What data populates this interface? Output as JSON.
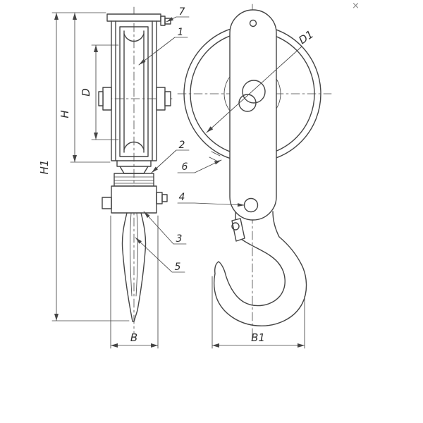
{
  "colors": {
    "background": "#ffffff",
    "line": "#444444",
    "text": "#2e2e2e"
  },
  "window": {
    "close_icon": "×"
  },
  "callouts": {
    "c1": "1",
    "c2": "2",
    "c3": "3",
    "c4": "4",
    "c5": "5",
    "c6": "6",
    "c7": "7"
  },
  "dimensions": {
    "h1": "H1",
    "h": "H",
    "d": "D",
    "b": "B",
    "b1": "B1",
    "d1": "D1"
  }
}
